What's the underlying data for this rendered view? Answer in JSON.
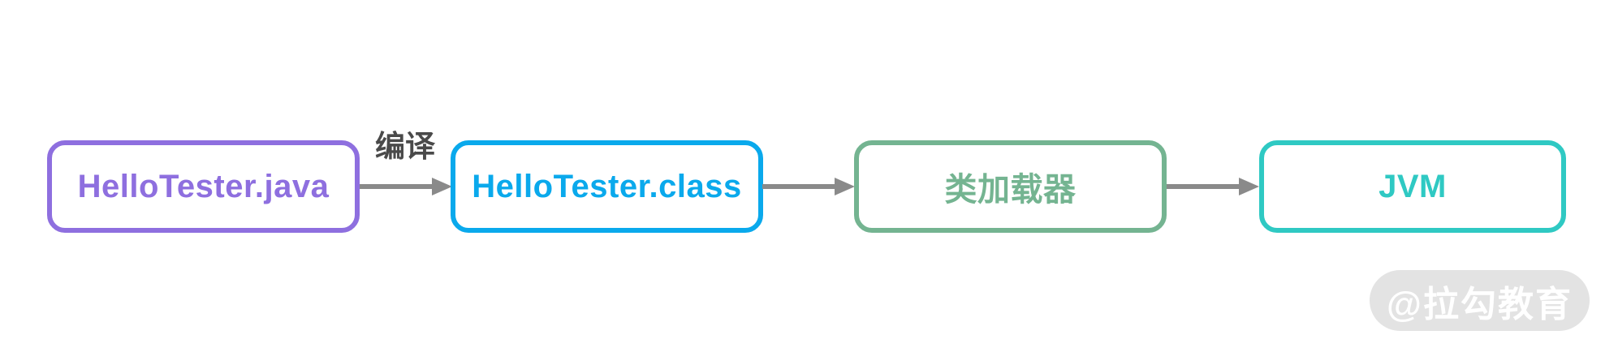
{
  "diagram": {
    "nodes": [
      {
        "id": "source-file",
        "label": "HelloTester.java",
        "color": "#8e6fdf"
      },
      {
        "id": "class-file",
        "label": "HelloTester.class",
        "color": "#0aa9ec"
      },
      {
        "id": "class-loader",
        "label": "类加载器",
        "color": "#74b491"
      },
      {
        "id": "jvm",
        "label": "JVM",
        "color": "#2fc9c3"
      }
    ],
    "edges": [
      {
        "from": "source-file",
        "to": "class-file",
        "label": "编译"
      },
      {
        "from": "class-file",
        "to": "class-loader",
        "label": ""
      },
      {
        "from": "class-loader",
        "to": "jvm",
        "label": ""
      }
    ],
    "arrow_color": "#8a8a8a",
    "edge_label_color": "#4a4a4a"
  },
  "watermark": {
    "text": "@拉勾教育",
    "bg_color": "#e3e3e3",
    "text_color": "#ffffff"
  }
}
